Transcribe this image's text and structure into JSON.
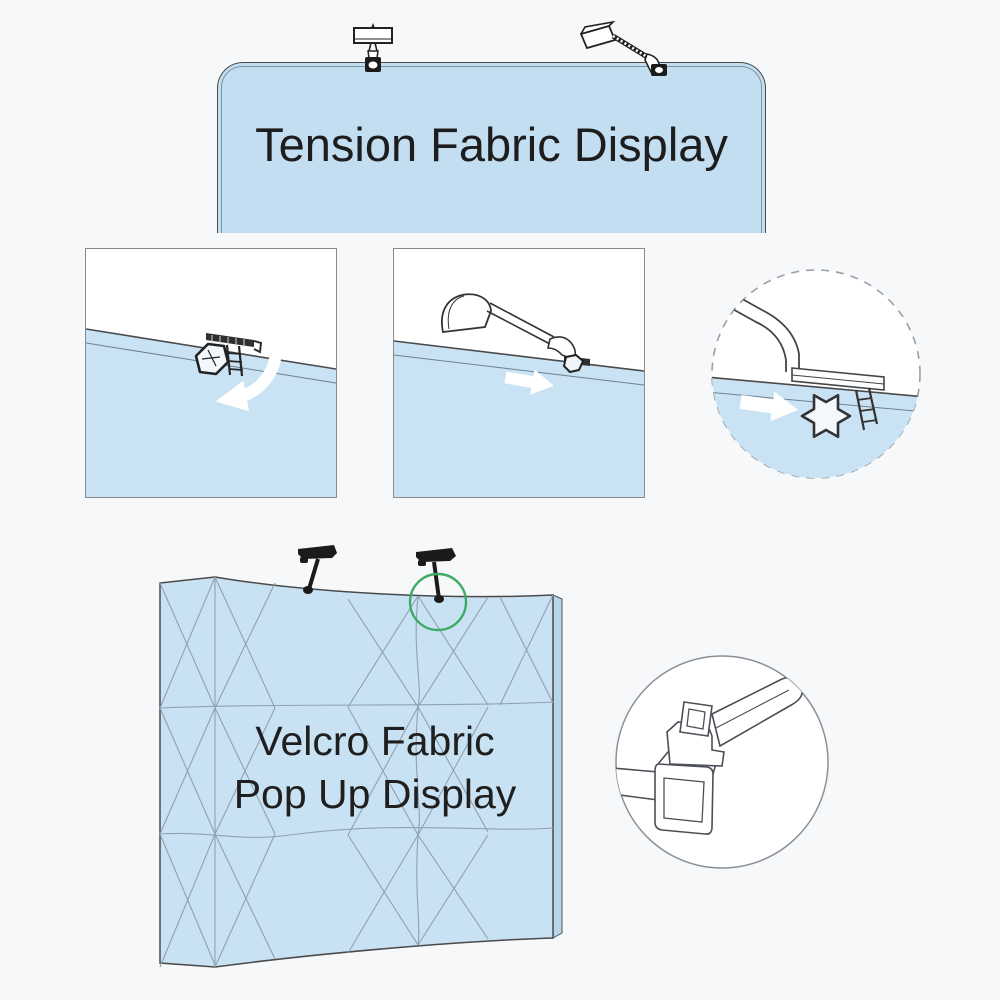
{
  "top_banner": {
    "title": "Tension Fabric Display"
  },
  "bottom_display": {
    "title_line1": "Velcro Fabric",
    "title_line2": "Pop Up Display"
  },
  "icons": {
    "rotate_arrow": "curved-white-arrow",
    "push_arrow": "white-block-arrow",
    "zoom_dashed_circle": "dashed-magnifier-circle",
    "zoom_solid_circle": "solid-magnifier-circle",
    "green_highlight": "green-highlight-circle"
  },
  "colors": {
    "page_bg": "#f7f8fa",
    "banner_fill": "#c3def0",
    "panel_fill": "#c9e3f4",
    "display_fill": "#c9e2f3",
    "display_side_fill": "#b7d5e9",
    "outline": "#4a4a4a",
    "fold_line": "#90a0ae",
    "green_highlight": "#3cab63",
    "lamp_black": "#1b1b1b",
    "arrow_white": "#ffffff",
    "dashed_circle_stroke": "#9aa0a6",
    "detail_circle_stroke": "#8a9097",
    "text_color": "#1d1d1d"
  }
}
